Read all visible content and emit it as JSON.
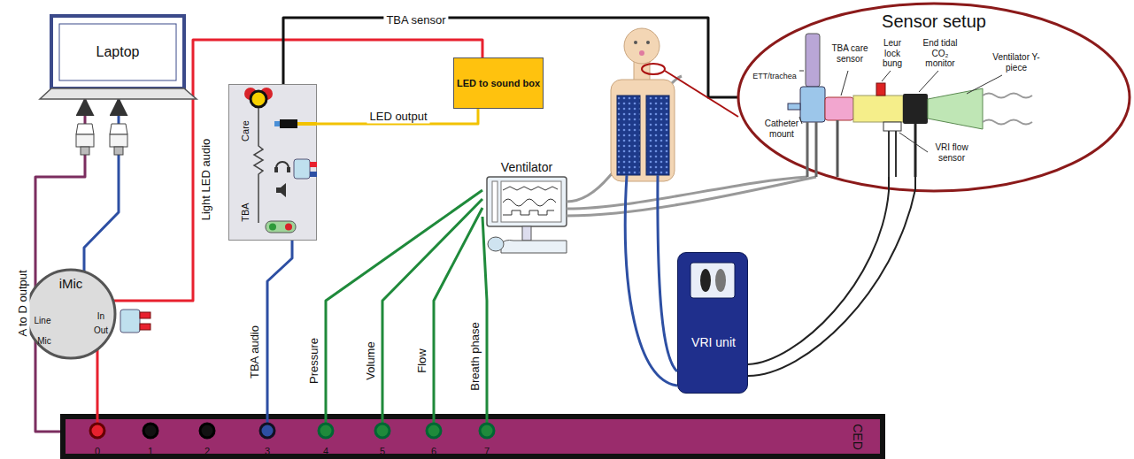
{
  "diagram": {
    "nodes": [
      {
        "text": [
          "Laptop"
        ]
      },
      {
        "text": [
          "LED to sound box"
        ]
      },
      {
        "text": [
          "Care",
          "TBA"
        ]
      },
      {
        "text": [
          "Ventilator"
        ]
      },
      {
        "text": [
          "Sensor setup"
        ]
      },
      {
        "text": [
          "iMic",
          "Line",
          "Mic",
          "In",
          "Out"
        ]
      },
      {
        "text": [
          "VRI unit"
        ]
      },
      {
        "text": [
          "CED"
        ]
      }
    ],
    "edges": [
      {
        "from": 5,
        "to": 0,
        "arrow": "to"
      },
      {
        "from": 7,
        "to": 0,
        "arrow": "to",
        "label": "A to D output"
      },
      {
        "from": 5,
        "to": 7,
        "arrow": "none"
      },
      {
        "from": 5,
        "to": 1,
        "arrow": "none",
        "label": "Light LED audio"
      },
      {
        "from": 2,
        "to": 1,
        "arrow": "none",
        "label": "LED output"
      },
      {
        "from": 2,
        "to": 4,
        "arrow": "none",
        "label": "TBA sensor"
      },
      {
        "from": 2,
        "to": 7,
        "arrow": "none",
        "label": "TBA audio"
      },
      {
        "from": 3,
        "to": 7,
        "arrow": "none",
        "label": "Pressure"
      },
      {
        "from": 3,
        "to": 7,
        "arrow": "none",
        "label": "Volume"
      },
      {
        "from": 3,
        "to": 7,
        "arrow": "none",
        "label": "Flow"
      },
      {
        "from": 3,
        "to": 7,
        "arrow": "none",
        "label": "Breath phase"
      }
    ],
    "labels": [
      "ETT/trachea",
      "TBA care sensor",
      "Leur lock bung",
      "End tidal CO₂ monitor",
      "Ventilator Y-piece",
      "Catheter mount",
      "VRI flow sensor",
      "0",
      "1",
      "2",
      "3",
      "4",
      "5",
      "6",
      "7"
    ]
  }
}
